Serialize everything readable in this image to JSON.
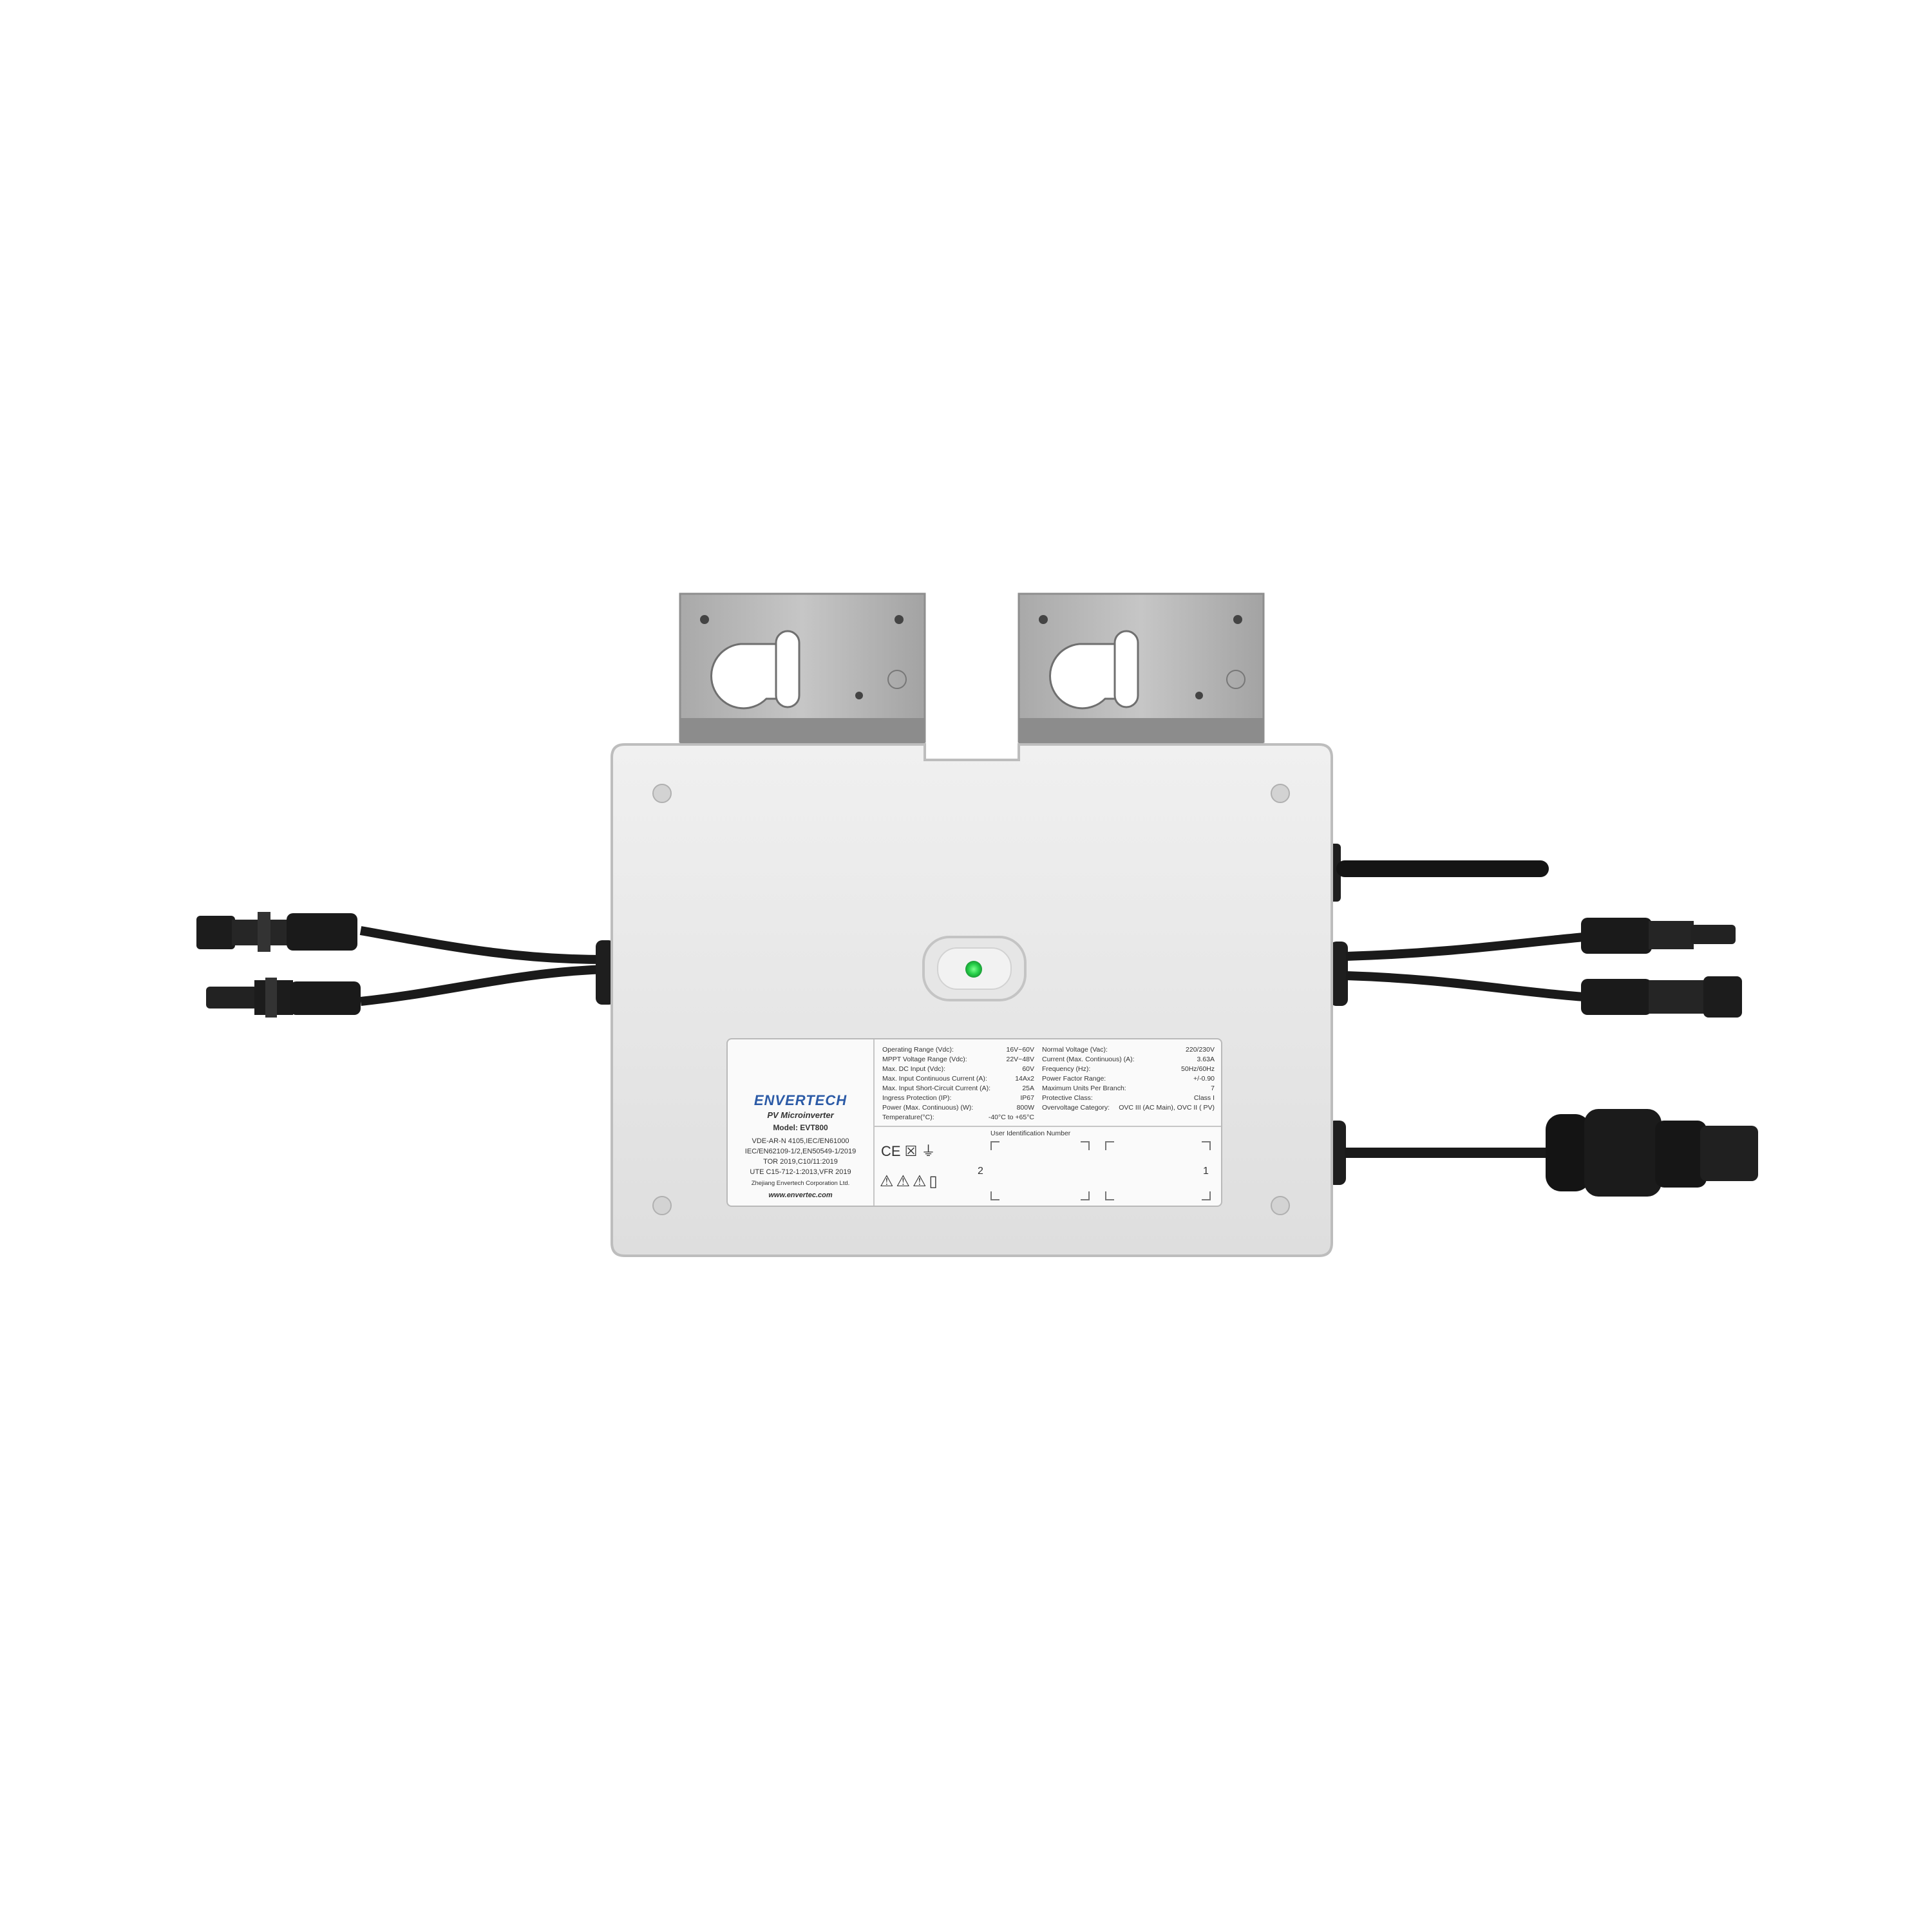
{
  "product": {
    "brand": "ENVERTECH",
    "product_type": "PV Microinverter",
    "model": "Model: EVT800",
    "standards": [
      "VDE-AR-N 4105,IEC/EN61000",
      "IEC/EN62109-1/2,EN50549-1/2019",
      "TOR 2019,C10/11:2019",
      "UTE C15-712-1:2013,VFR 2019"
    ],
    "manufacturer": "Zhejiang Envertech Corporation Ltd.",
    "website": "www.envertec.com"
  },
  "specs_left": [
    {
      "key": "Operating Range (Vdc):",
      "value": "16V~60V"
    },
    {
      "key": "MPPT Voltage Range (Vdc):",
      "value": "22V~48V"
    },
    {
      "key": "Max. DC Input (Vdc):",
      "value": "60V"
    },
    {
      "key": "Max. Input Continuous Current (A):",
      "value": "14Ax2"
    },
    {
      "key": "Max. Input Short-Circuit Current (A):",
      "value": "25A"
    },
    {
      "key": "Ingress Protection (IP):",
      "value": "IP67"
    },
    {
      "key": "Power (Max. Continuous) (W):",
      "value": "800W"
    },
    {
      "key": "Temperature(°C):",
      "value": "-40°C to +65°C"
    }
  ],
  "specs_right": [
    {
      "key": "Normal Voltage (Vac):",
      "value": "220/230V"
    },
    {
      "key": "Current (Max. Continuous) (A):",
      "value": "3.63A"
    },
    {
      "key": "Frequency (Hz):",
      "value": "50Hz/60Hz"
    },
    {
      "key": "Power Factor Range:",
      "value": "+/-0.90"
    },
    {
      "key": "Maximum Units Per Branch:",
      "value": "7"
    },
    {
      "key": "Protective Class:",
      "value": "Class I"
    },
    {
      "key": "Overvoltage Category:",
      "value": "OVC III (AC Main), OVC II ( PV)"
    }
  ],
  "user_id": {
    "title": "User Identification Number",
    "slot_left": "2",
    "slot_right": "1"
  },
  "certifications": {
    "row1": "CE ☒ ⏚",
    "row2": "⚠⚠⚠▯"
  },
  "colors": {
    "housing": "#e9e9e9",
    "bracket": "#b8b8b8",
    "cable": "#1a1a1a",
    "led": "#27d04a",
    "logo_blue": "#2b5aa6"
  }
}
